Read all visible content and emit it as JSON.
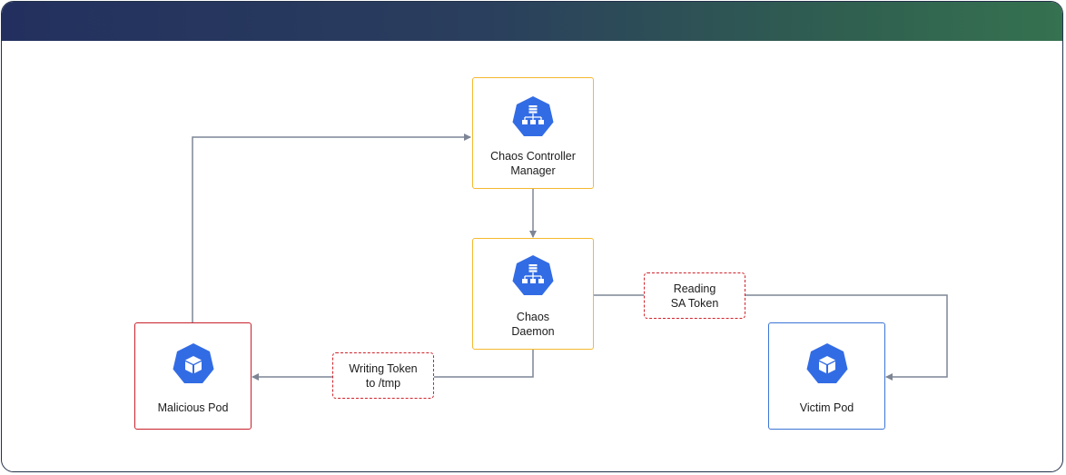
{
  "nodes": {
    "controller": {
      "label": "Chaos Controller\nManager",
      "icon": "kubernetes-deployment-icon"
    },
    "daemon": {
      "label": "Chaos\nDaemon",
      "icon": "kubernetes-deployment-icon"
    },
    "malicious": {
      "label": "Malicious Pod",
      "icon": "kubernetes-pod-icon"
    },
    "victim": {
      "label": "Victim Pod",
      "icon": "kubernetes-pod-icon"
    }
  },
  "edge_labels": {
    "reading": "Reading\nSA Token",
    "writing": "Writing Token\nto /tmp"
  },
  "colors": {
    "header_start": "#23305f",
    "header_end": "#357250",
    "yellow": "#f5b92f",
    "red": "#c8202c",
    "blue": "#3b74d6",
    "icon_blue": "#326ce5",
    "arrow": "#7d8595"
  }
}
